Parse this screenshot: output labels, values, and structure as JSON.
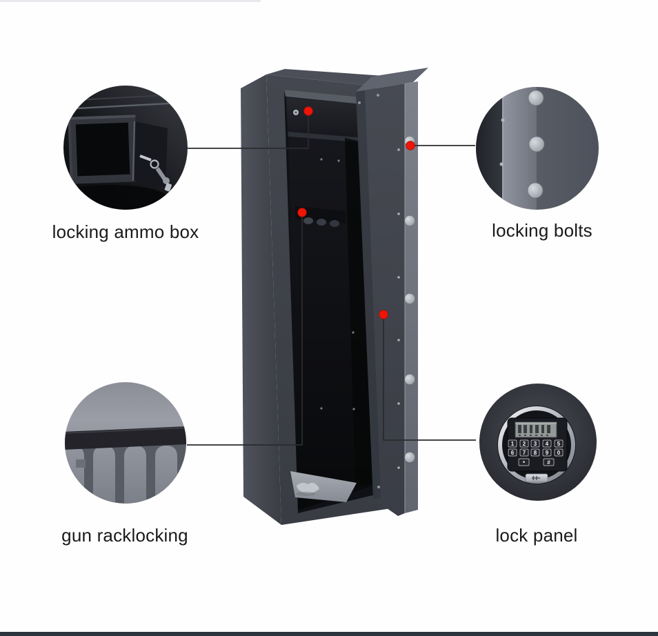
{
  "callouts": [
    {
      "id": "ammo-box",
      "label": "locking ammo box",
      "position": "top-left"
    },
    {
      "id": "locking-bolts",
      "label": "locking bolts",
      "position": "top-right"
    },
    {
      "id": "gun-rack",
      "label": "gun racklocking",
      "position": "bottom-left"
    },
    {
      "id": "lock-panel",
      "label": "lock panel",
      "position": "bottom-right"
    }
  ],
  "lock_panel_keypad": {
    "rows": [
      [
        "1",
        "2",
        "3",
        "4",
        "5"
      ],
      [
        "6",
        "7",
        "8",
        "9",
        "0"
      ],
      [
        "*",
        "#"
      ]
    ]
  },
  "colors": {
    "marker_dot": "#ee1506",
    "leader_line": "#2b2b2e",
    "label_text": "#1a1a1c",
    "safe_body": "#42454e",
    "door_edge": "#737783",
    "footer_bar": "#2c343e",
    "background": "#fefefe"
  }
}
